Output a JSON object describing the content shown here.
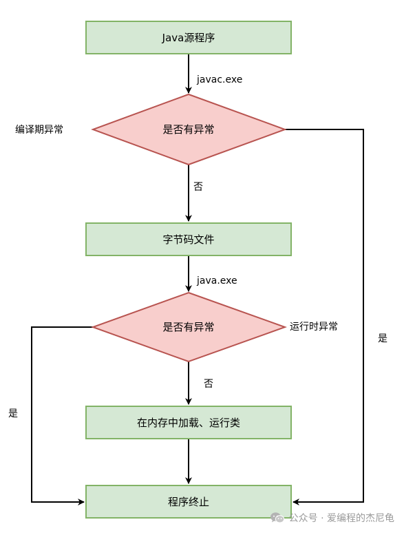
{
  "nodes": {
    "java_source": "Java源程序",
    "check_compile": "是否有异常",
    "bytecode_file": "字节码文件",
    "check_runtime": "是否有异常",
    "load_run": "在内存中加载、运行类",
    "terminate": "程序终止"
  },
  "edges": {
    "javac": "javac.exe",
    "compile_no": "否",
    "java": "java.exe",
    "runtime_no": "否",
    "compile_yes": "是",
    "runtime_yes": "是"
  },
  "annotations": {
    "compile_error": "编译期异常",
    "runtime_error": "运行时异常"
  },
  "watermark": {
    "text": "公众号 · 爱编程的杰尼龟",
    "icon": "wechat-icon"
  },
  "colors": {
    "process_fill": "#d5e8d4",
    "process_stroke": "#82b366",
    "decision_fill": "#f8cecc",
    "decision_stroke": "#b85450"
  }
}
